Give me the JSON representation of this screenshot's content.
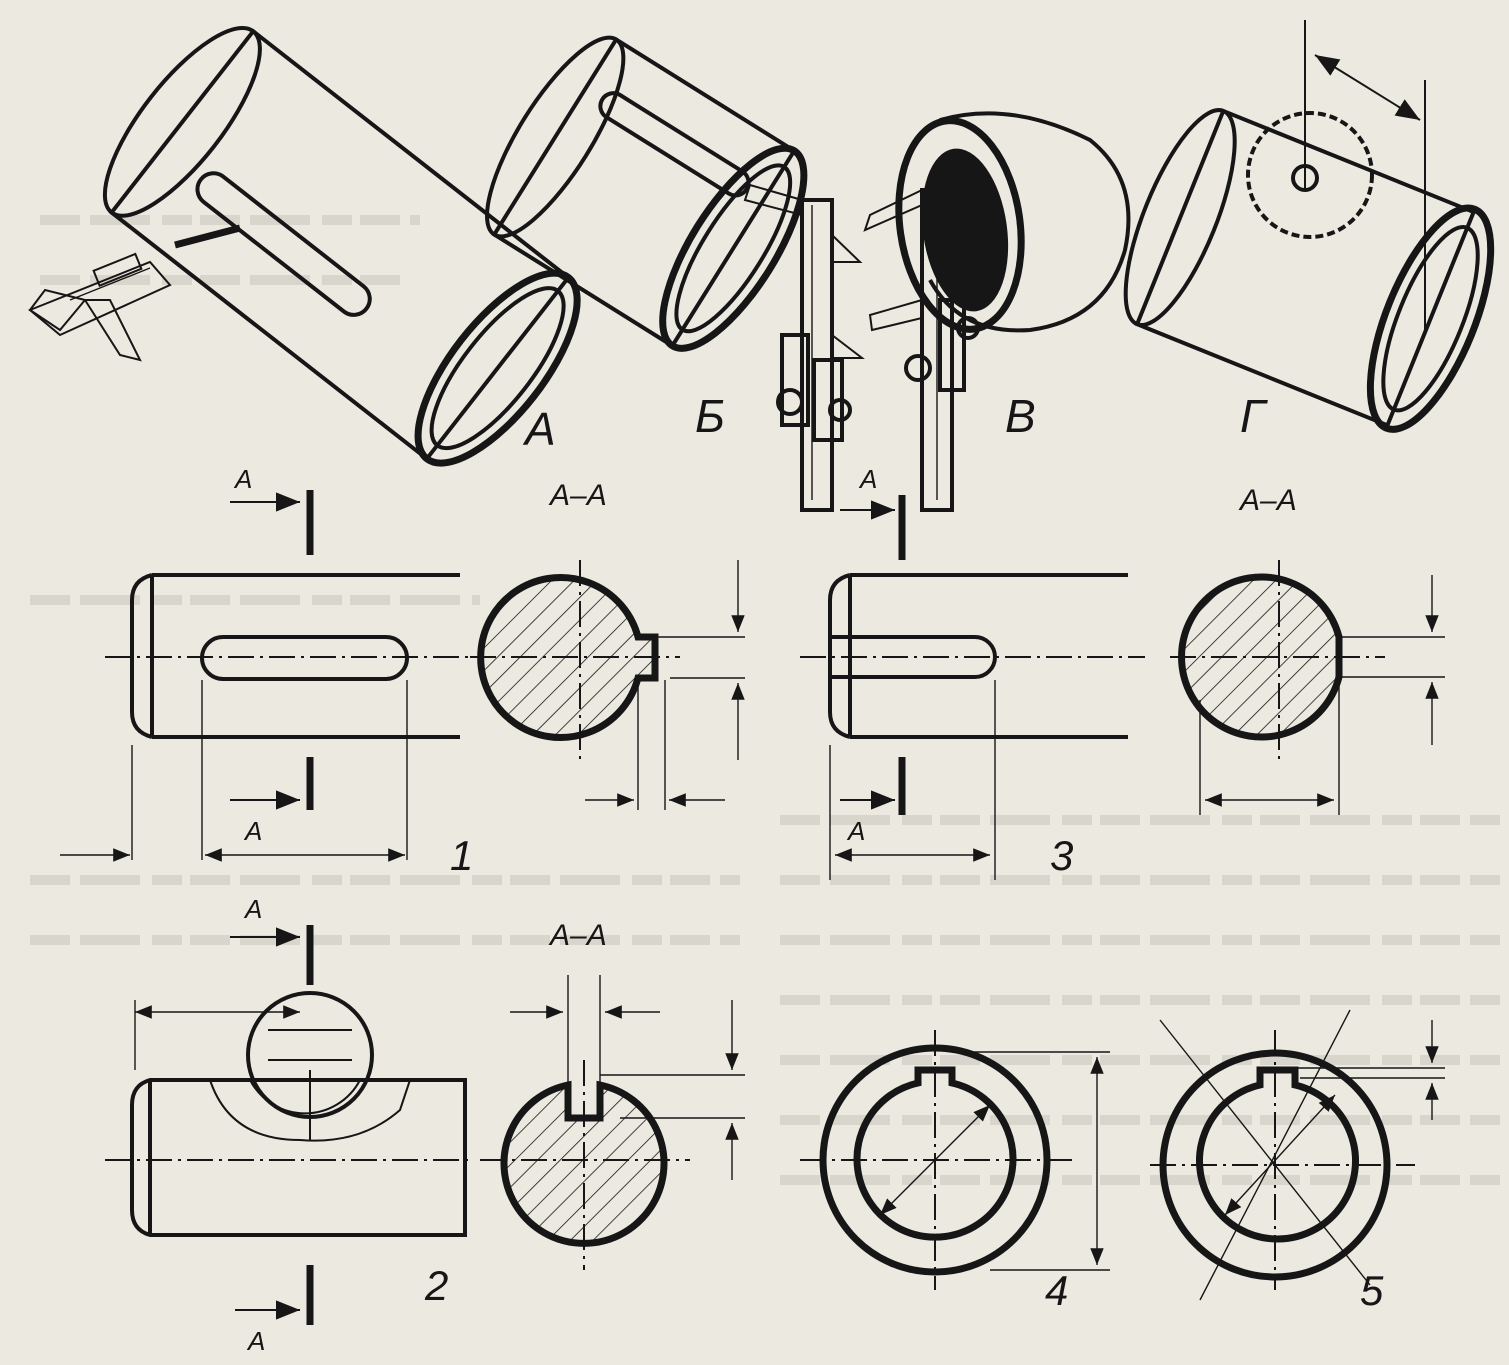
{
  "views": {
    "a": "А",
    "b": "Б",
    "v": "В",
    "g": "Г"
  },
  "figures": {
    "f1": "1",
    "f2": "2",
    "f3": "3",
    "f4": "4",
    "f5": "5"
  },
  "section_marks": {
    "cut": "А",
    "section": "А–А"
  },
  "colors": {
    "paper": "#ece9e1",
    "ink": "#161616"
  }
}
